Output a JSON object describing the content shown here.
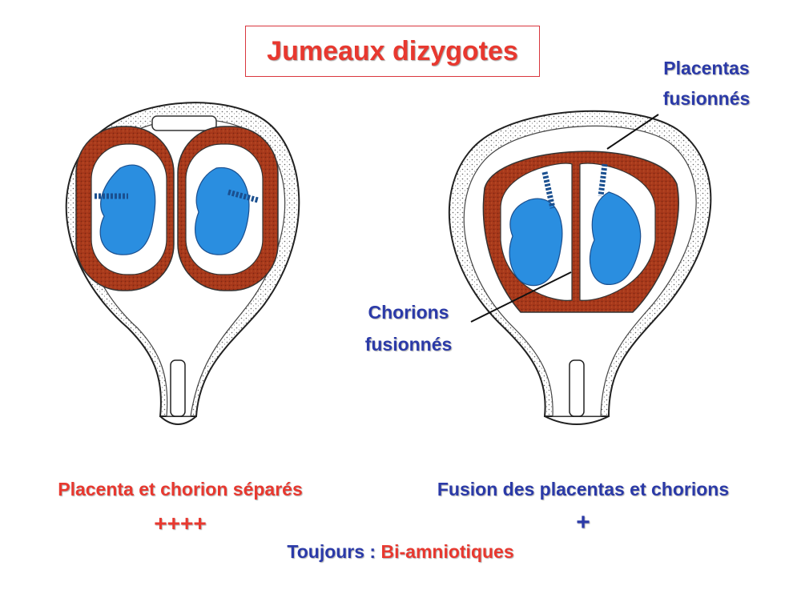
{
  "title": "Jumeaux dizygotes",
  "labels": {
    "placentas_line1": "Placentas",
    "placentas_line2": "fusionnés",
    "chorions_line1": "Chorions",
    "chorions_line2": "fusionnés"
  },
  "left_caption": "Placenta et chorion séparés",
  "left_frequency": "++++",
  "right_caption": "Fusion des placentas et chorions",
  "right_frequency": "+",
  "footer_prefix": "Toujours : ",
  "footer_value": "Bi-amniotiques",
  "colors": {
    "title": "#e8382f",
    "label_blue": "#2b3aa8",
    "placenta": "#a8391b",
    "fetus": "#2a8ee0"
  }
}
